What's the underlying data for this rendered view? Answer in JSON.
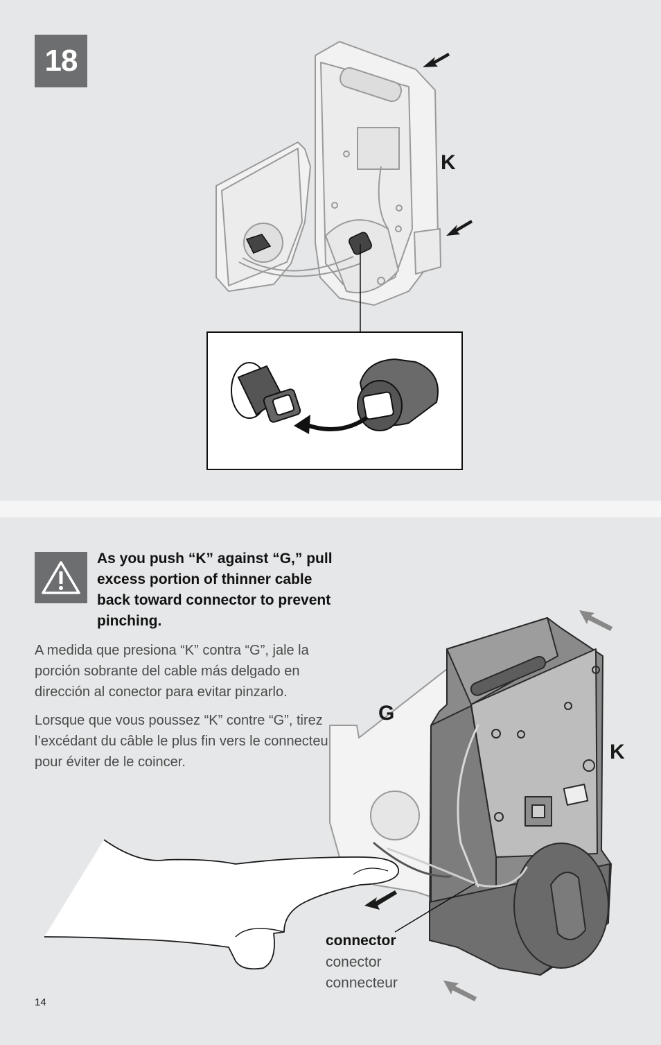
{
  "step": {
    "number": "18"
  },
  "labels": {
    "k_top": "K",
    "g": "G",
    "k_bottom": "K"
  },
  "warning": {
    "icon": "warning-triangle-icon",
    "text_en": "As you push “K” against “G,” pull excess portion of thinner cable back toward connector to prevent pinching.",
    "text_es": "A medida que presiona “K” contra “G”, jale la porción sobrante del cable más delgado en dirección al conector para evitar pinzarlo.",
    "text_fr": "Lorsque que vous poussez “K” contre “G”, tirez l’excédant du câble le plus fin vers le connecteur pour éviter de le coincer."
  },
  "connector_label": {
    "en": "connector",
    "es": "conector",
    "fr": "connecteur"
  },
  "page_number": "14",
  "colors": {
    "badge": "#6d6e70",
    "background": "#e6e7e8",
    "divider": "#f5f5f5",
    "cable_connector": "#5a5a5a"
  }
}
